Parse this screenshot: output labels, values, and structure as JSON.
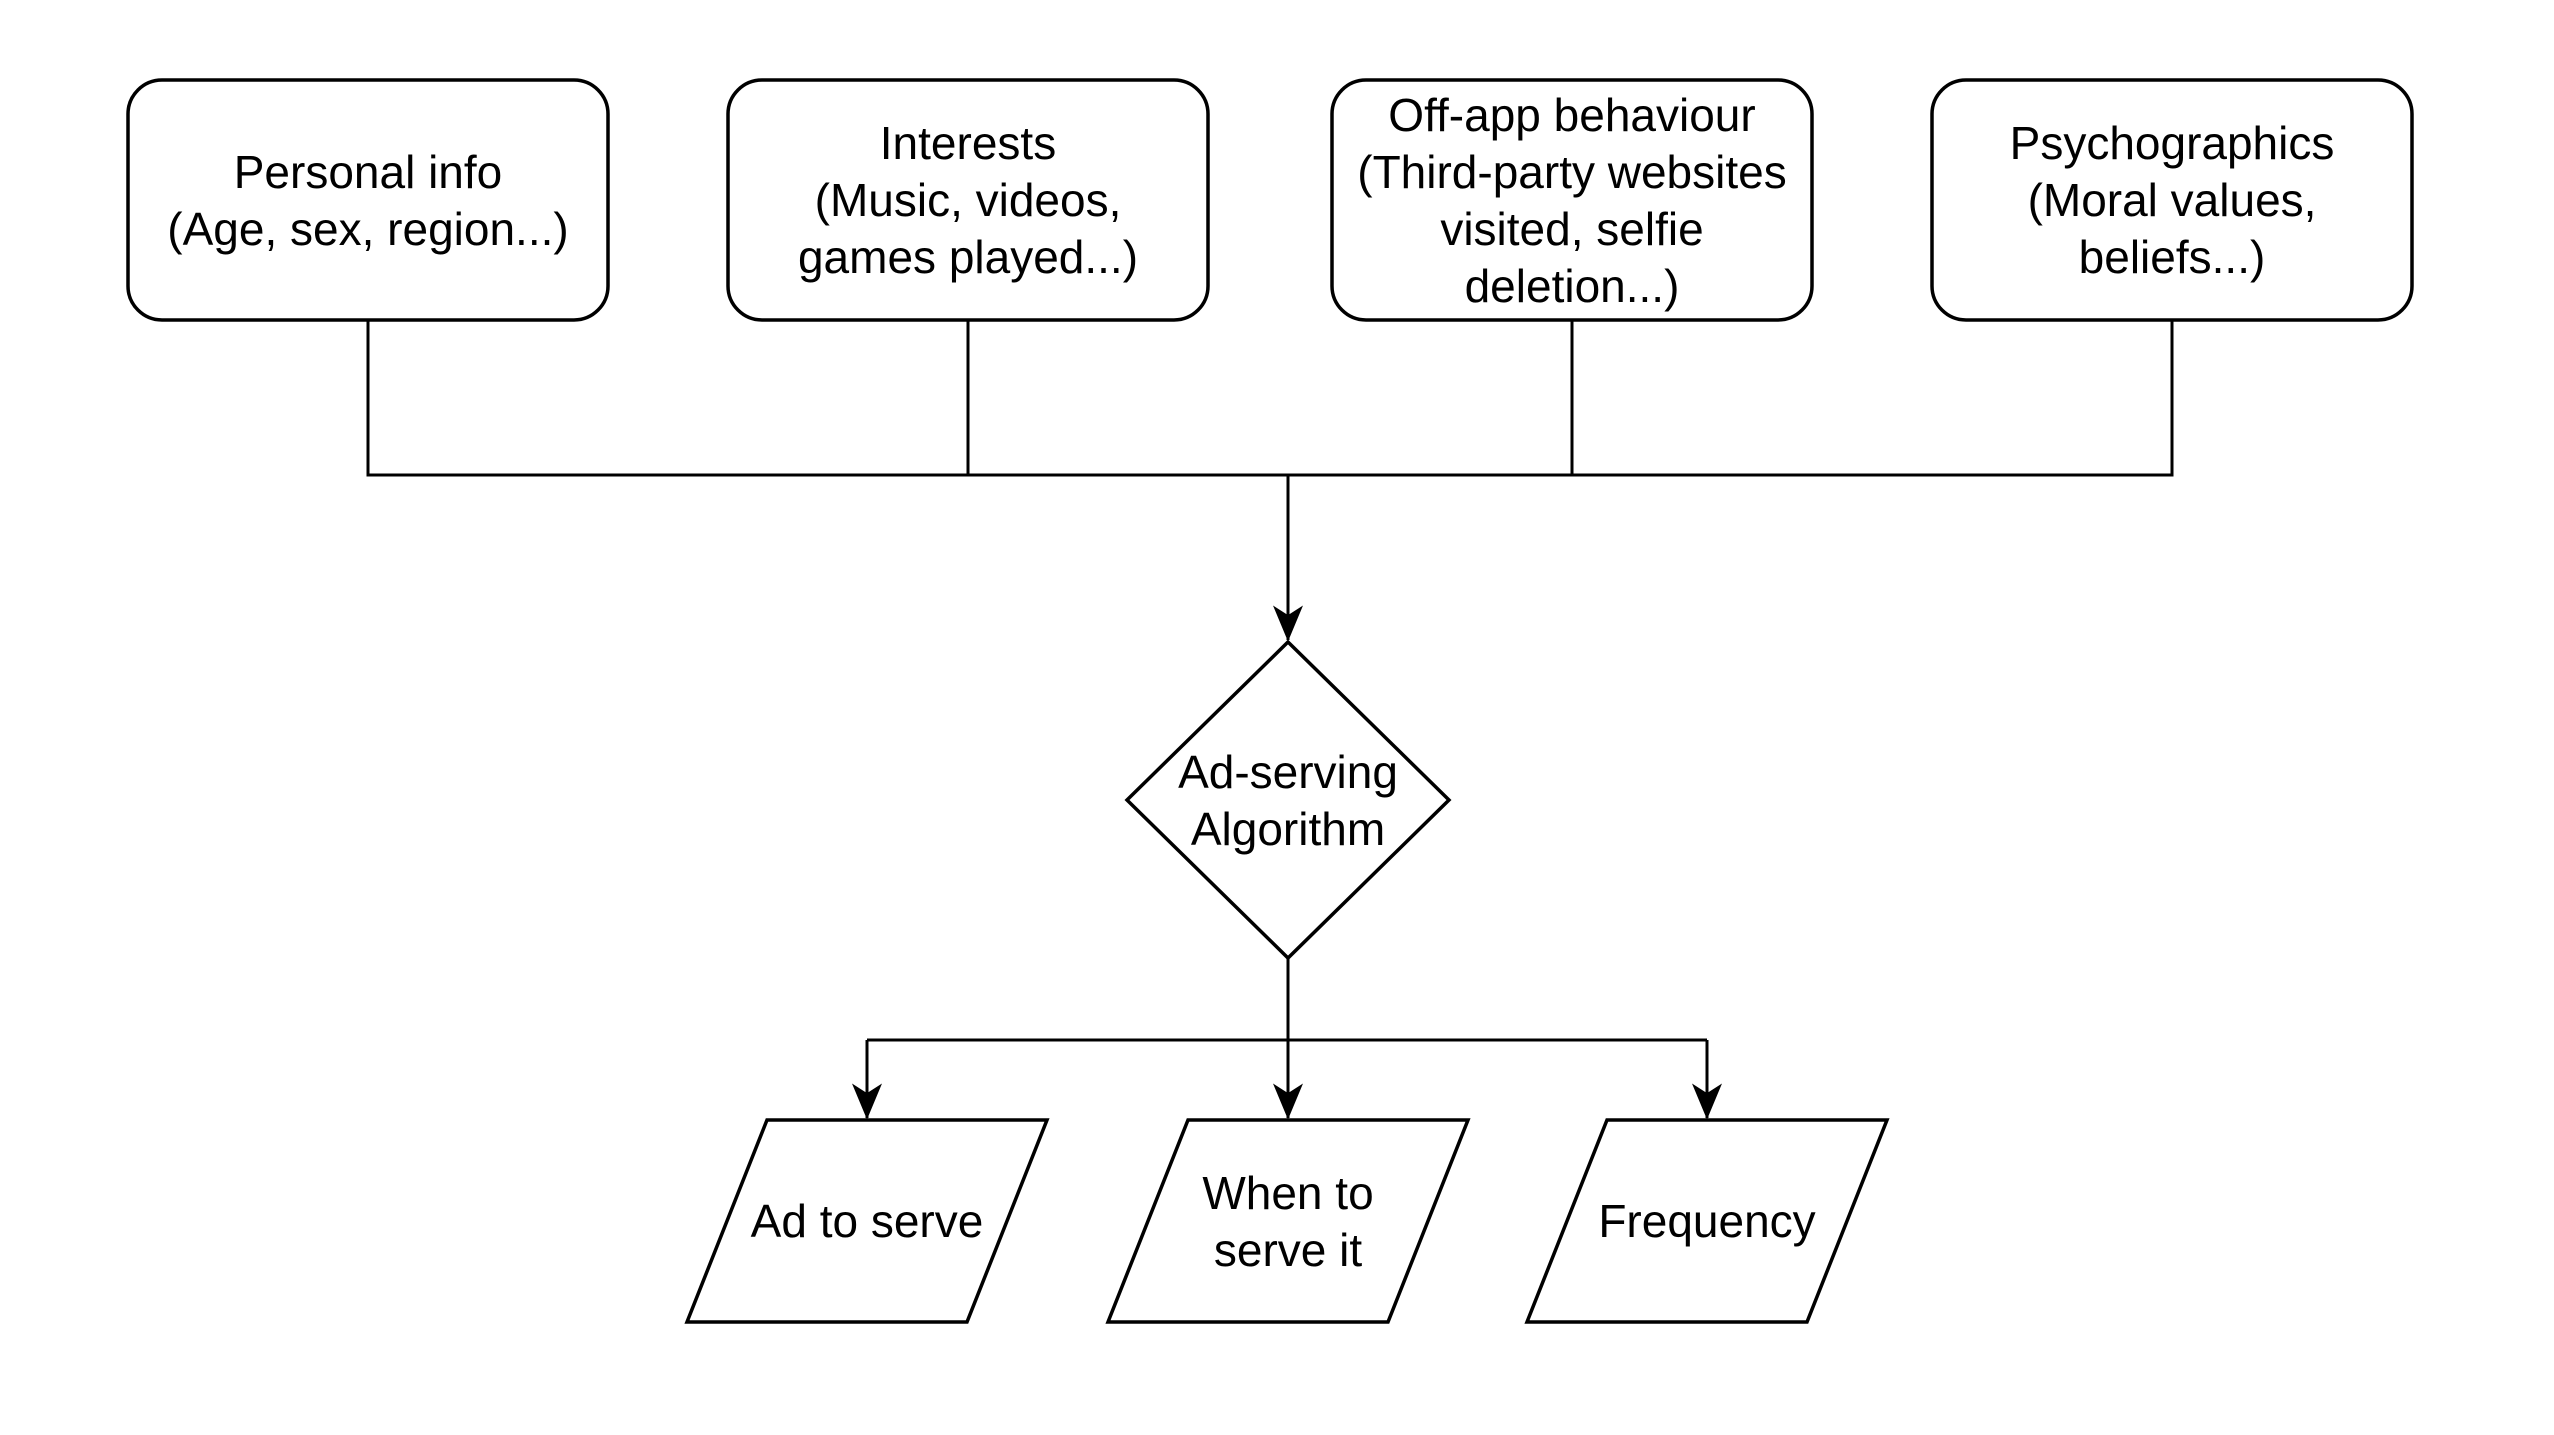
{
  "diagram": {
    "type": "flowchart",
    "colors": {
      "background": "#ffffff",
      "node_fill": "#ffffff",
      "stroke": "#000000",
      "text": "#000000"
    },
    "nodes": {
      "sources": [
        {
          "id": "personal-info",
          "shape": "rounded-rectangle",
          "lines": [
            "Personal info",
            "(Age, sex, region...)"
          ]
        },
        {
          "id": "interests",
          "shape": "rounded-rectangle",
          "lines": [
            "Interests",
            "(Music, videos,",
            "games played...)"
          ]
        },
        {
          "id": "off-app-behaviour",
          "shape": "rounded-rectangle",
          "lines": [
            "Off-app behaviour",
            "(Third-party websites",
            "visited, selfie",
            "deletion...)"
          ]
        },
        {
          "id": "psychographics",
          "shape": "rounded-rectangle",
          "lines": [
            "Psychographics",
            "(Moral values,",
            "beliefs...)"
          ]
        }
      ],
      "decision": {
        "id": "ad-serving-algorithm",
        "shape": "diamond",
        "lines": [
          "Ad-serving",
          "Algorithm"
        ]
      },
      "outputs": [
        {
          "id": "ad-to-serve",
          "shape": "parallelogram",
          "lines": [
            "Ad to serve"
          ]
        },
        {
          "id": "when-to-serve-it",
          "shape": "parallelogram",
          "lines": [
            "When to",
            "serve it"
          ]
        },
        {
          "id": "frequency",
          "shape": "parallelogram",
          "lines": [
            "Frequency"
          ]
        }
      ]
    },
    "edges": [
      {
        "from": "personal-info",
        "to": "ad-serving-algorithm"
      },
      {
        "from": "interests",
        "to": "ad-serving-algorithm"
      },
      {
        "from": "off-app-behaviour",
        "to": "ad-serving-algorithm"
      },
      {
        "from": "psychographics",
        "to": "ad-serving-algorithm"
      },
      {
        "from": "ad-serving-algorithm",
        "to": "ad-to-serve"
      },
      {
        "from": "ad-serving-algorithm",
        "to": "when-to-serve-it"
      },
      {
        "from": "ad-serving-algorithm",
        "to": "frequency"
      }
    ]
  }
}
